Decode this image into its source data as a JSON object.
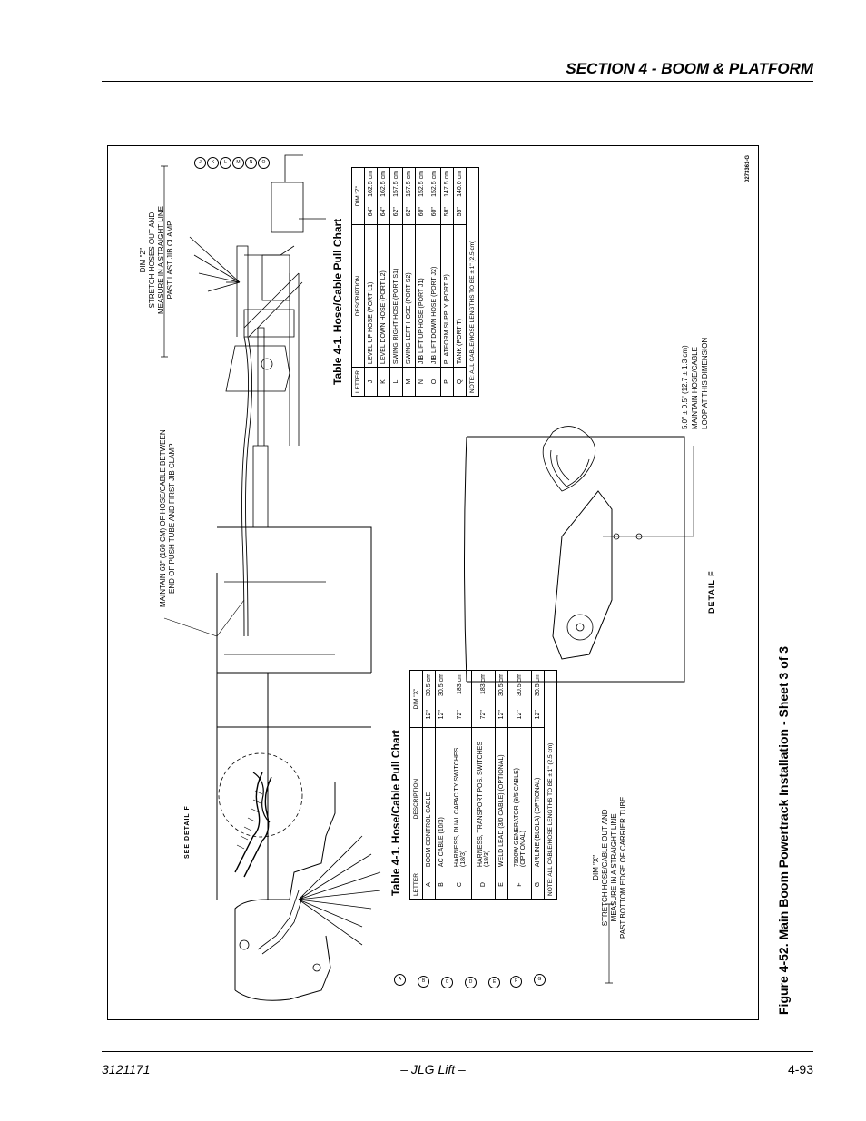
{
  "header": {
    "section_title": "SECTION 4 - BOOM & PLATFORM"
  },
  "figure": {
    "caption": "Figure 4-52.  Main Boom Powertrack Installation - Sheet 3 of 3",
    "drawing_id": "0273361-G",
    "see_detail": "SEE DETAIL  F",
    "detail_label": "DETAIL  F",
    "notes": {
      "dim_z": [
        "DIM \"Z\"",
        "STRETCH HOSES OUT AND",
        "MEASURE IN A STRAIGHT LINE",
        "PAST LAST JIB CLAMP"
      ],
      "maintain": [
        "MAINTAIN 63\" (160 CM) OF HOSE/CABLE BETWEEN",
        "END OF PUSH TUBE AND FIRST JIB CLAMP"
      ],
      "dim_x": [
        "DIM \"X\"",
        "STRETCH HOSE/CABLE OUT AND",
        "MEASURE IN A STRAIGHT LINE",
        "PAST BOTTOM EDGE OF CARRIER TUBE"
      ],
      "loop": [
        "5.0\" ± 0.5\" (12.7 ± 1.3 cm)",
        "MAINTAIN HOSE/CABLE",
        "LOOP AT THIS DIMENSION"
      ]
    },
    "bubbles_z": [
      "J",
      "K",
      "L",
      "M",
      "N",
      "O"
    ],
    "bubbles_x": [
      "A",
      "B",
      "C",
      "D",
      "E",
      "F",
      "G"
    ]
  },
  "table_z": {
    "title": "Table 4-1. Hose/Cable Pull Chart",
    "headers": {
      "letter": "LETTER",
      "description": "DESCRIPTION",
      "dim": "DIM \"Z\""
    },
    "rows": [
      {
        "letter": "J",
        "description": "LEVEL UP HOSE (PORT L1)",
        "in": "64\"",
        "cm": "162.5 cm"
      },
      {
        "letter": "K",
        "description": "LEVEL DOWN HOSE (PORT L2)",
        "in": "64\"",
        "cm": "162.5 cm"
      },
      {
        "letter": "L",
        "description": "SWING RIGHT HOSE (PORT S1)",
        "in": "62\"",
        "cm": "157.5 cm"
      },
      {
        "letter": "M",
        "description": "SWING LEFT HOSE (PORT S2)",
        "in": "62\"",
        "cm": "157.5 cm"
      },
      {
        "letter": "N",
        "description": "JIB LIFT UP HOSE (PORT J1)",
        "in": "60\"",
        "cm": "152.5 cm"
      },
      {
        "letter": "O",
        "description": "JIB LIFT DOWN HOSE (PORT J2)",
        "in": "60\"",
        "cm": "152.5 cm"
      },
      {
        "letter": "P",
        "description": "PLATFORM SUPPLY (PORT P)",
        "in": "58\"",
        "cm": "147.5 cm"
      },
      {
        "letter": "Q",
        "description": "TANK (PORT T)",
        "in": "55\"",
        "cm": "140.0 cm"
      }
    ],
    "note": "NOTE: ALL CABLE/HOSE LENGTHS TO BE ± 1\" (2.5 cm)"
  },
  "table_x": {
    "title": "Table 4-1. Hose/Cable Pull Chart",
    "headers": {
      "letter": "LETTER",
      "description": "DESCRIPTION",
      "dim": "DIM \"X\""
    },
    "rows": [
      {
        "letter": "A",
        "description": "BOOM CONTROL CABLE",
        "in": "12\"",
        "cm": "30.5 cm"
      },
      {
        "letter": "B",
        "description": "AC CABLE (10/3)",
        "in": "12\"",
        "cm": "30.5 cm"
      },
      {
        "letter": "C",
        "description": "HARNESS, DUAL CAPACITY SWITCHES (18/3)",
        "in": "72\"",
        "cm": "183 cm"
      },
      {
        "letter": "D",
        "description": "HARNESS, TRANSPORT POS. SWITCHES (18/3)",
        "in": "72\"",
        "cm": "183 cm"
      },
      {
        "letter": "E",
        "description": "WELD LEAD (3/0 CABLE) (OPTIONAL)",
        "in": "12\"",
        "cm": "30.5 cm"
      },
      {
        "letter": "F",
        "description": "7500W GENERATOR (8/5 CABLE) (OPTIONAL)",
        "in": "12\"",
        "cm": "30.5 cm"
      },
      {
        "letter": "G",
        "description": "AIRLINE (BLOLA) (OPTIONAL)",
        "in": "12\"",
        "cm": "30.5 cm"
      }
    ],
    "note": "NOTE: ALL CABLE/HOSE LENGTHS TO BE ± 1\" (2.5 cm)"
  },
  "footer": {
    "doc_number": "3121171",
    "center": "– JLG Lift –",
    "page": "4-93"
  }
}
